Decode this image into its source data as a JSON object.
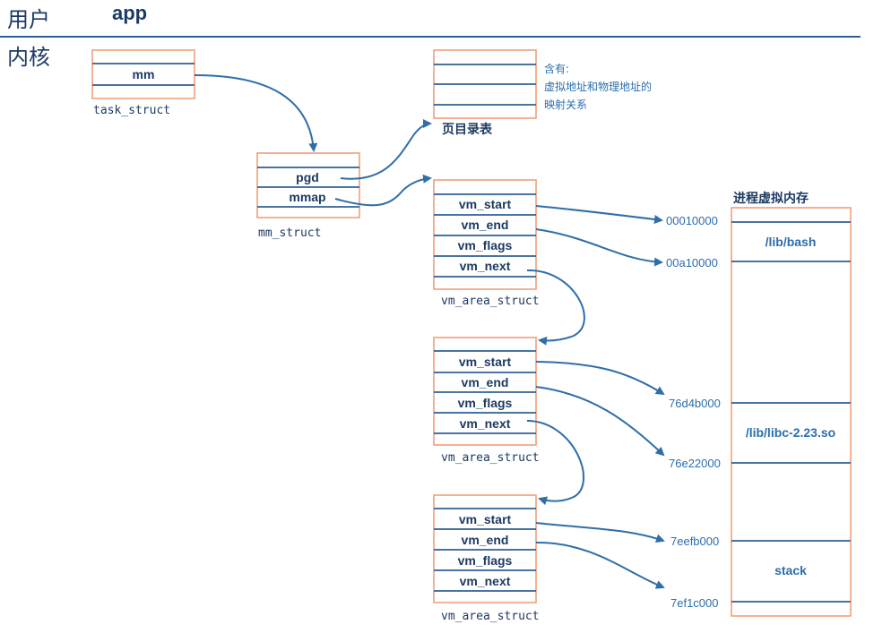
{
  "zones": {
    "user": "用户",
    "app": "app",
    "kernel": "内核"
  },
  "task_struct": {
    "field": "mm",
    "label": "task_struct"
  },
  "mm_struct": {
    "fields": [
      "pgd",
      "mmap"
    ],
    "label": "mm_struct"
  },
  "page_table": {
    "label": "页目录表",
    "note": [
      "含有:",
      "虚拟地址和物理地址的",
      "映射关系"
    ]
  },
  "vmas": [
    {
      "fields": [
        "vm_start",
        "vm_end",
        "vm_flags",
        "vm_next"
      ],
      "label": "vm_area_struct"
    },
    {
      "fields": [
        "vm_start",
        "vm_end",
        "vm_flags",
        "vm_next"
      ],
      "label": "vm_area_struct"
    },
    {
      "fields": [
        "vm_start",
        "vm_end",
        "vm_flags",
        "vm_next"
      ],
      "label": "vm_area_struct"
    }
  ],
  "memory": {
    "title": "进程虚拟内存",
    "addresses": [
      "00010000",
      "00a10000",
      "76d4b000",
      "76e22000",
      "7eefb000",
      "7ef1c000"
    ],
    "regions": [
      "/lib/bash",
      "/lib/libc-2.23.so",
      "stack"
    ]
  },
  "colors": {
    "box_border": "#f0a07a",
    "line": "#2f5f92",
    "arrow": "#2f6ea8",
    "text": "#1d3a63"
  }
}
